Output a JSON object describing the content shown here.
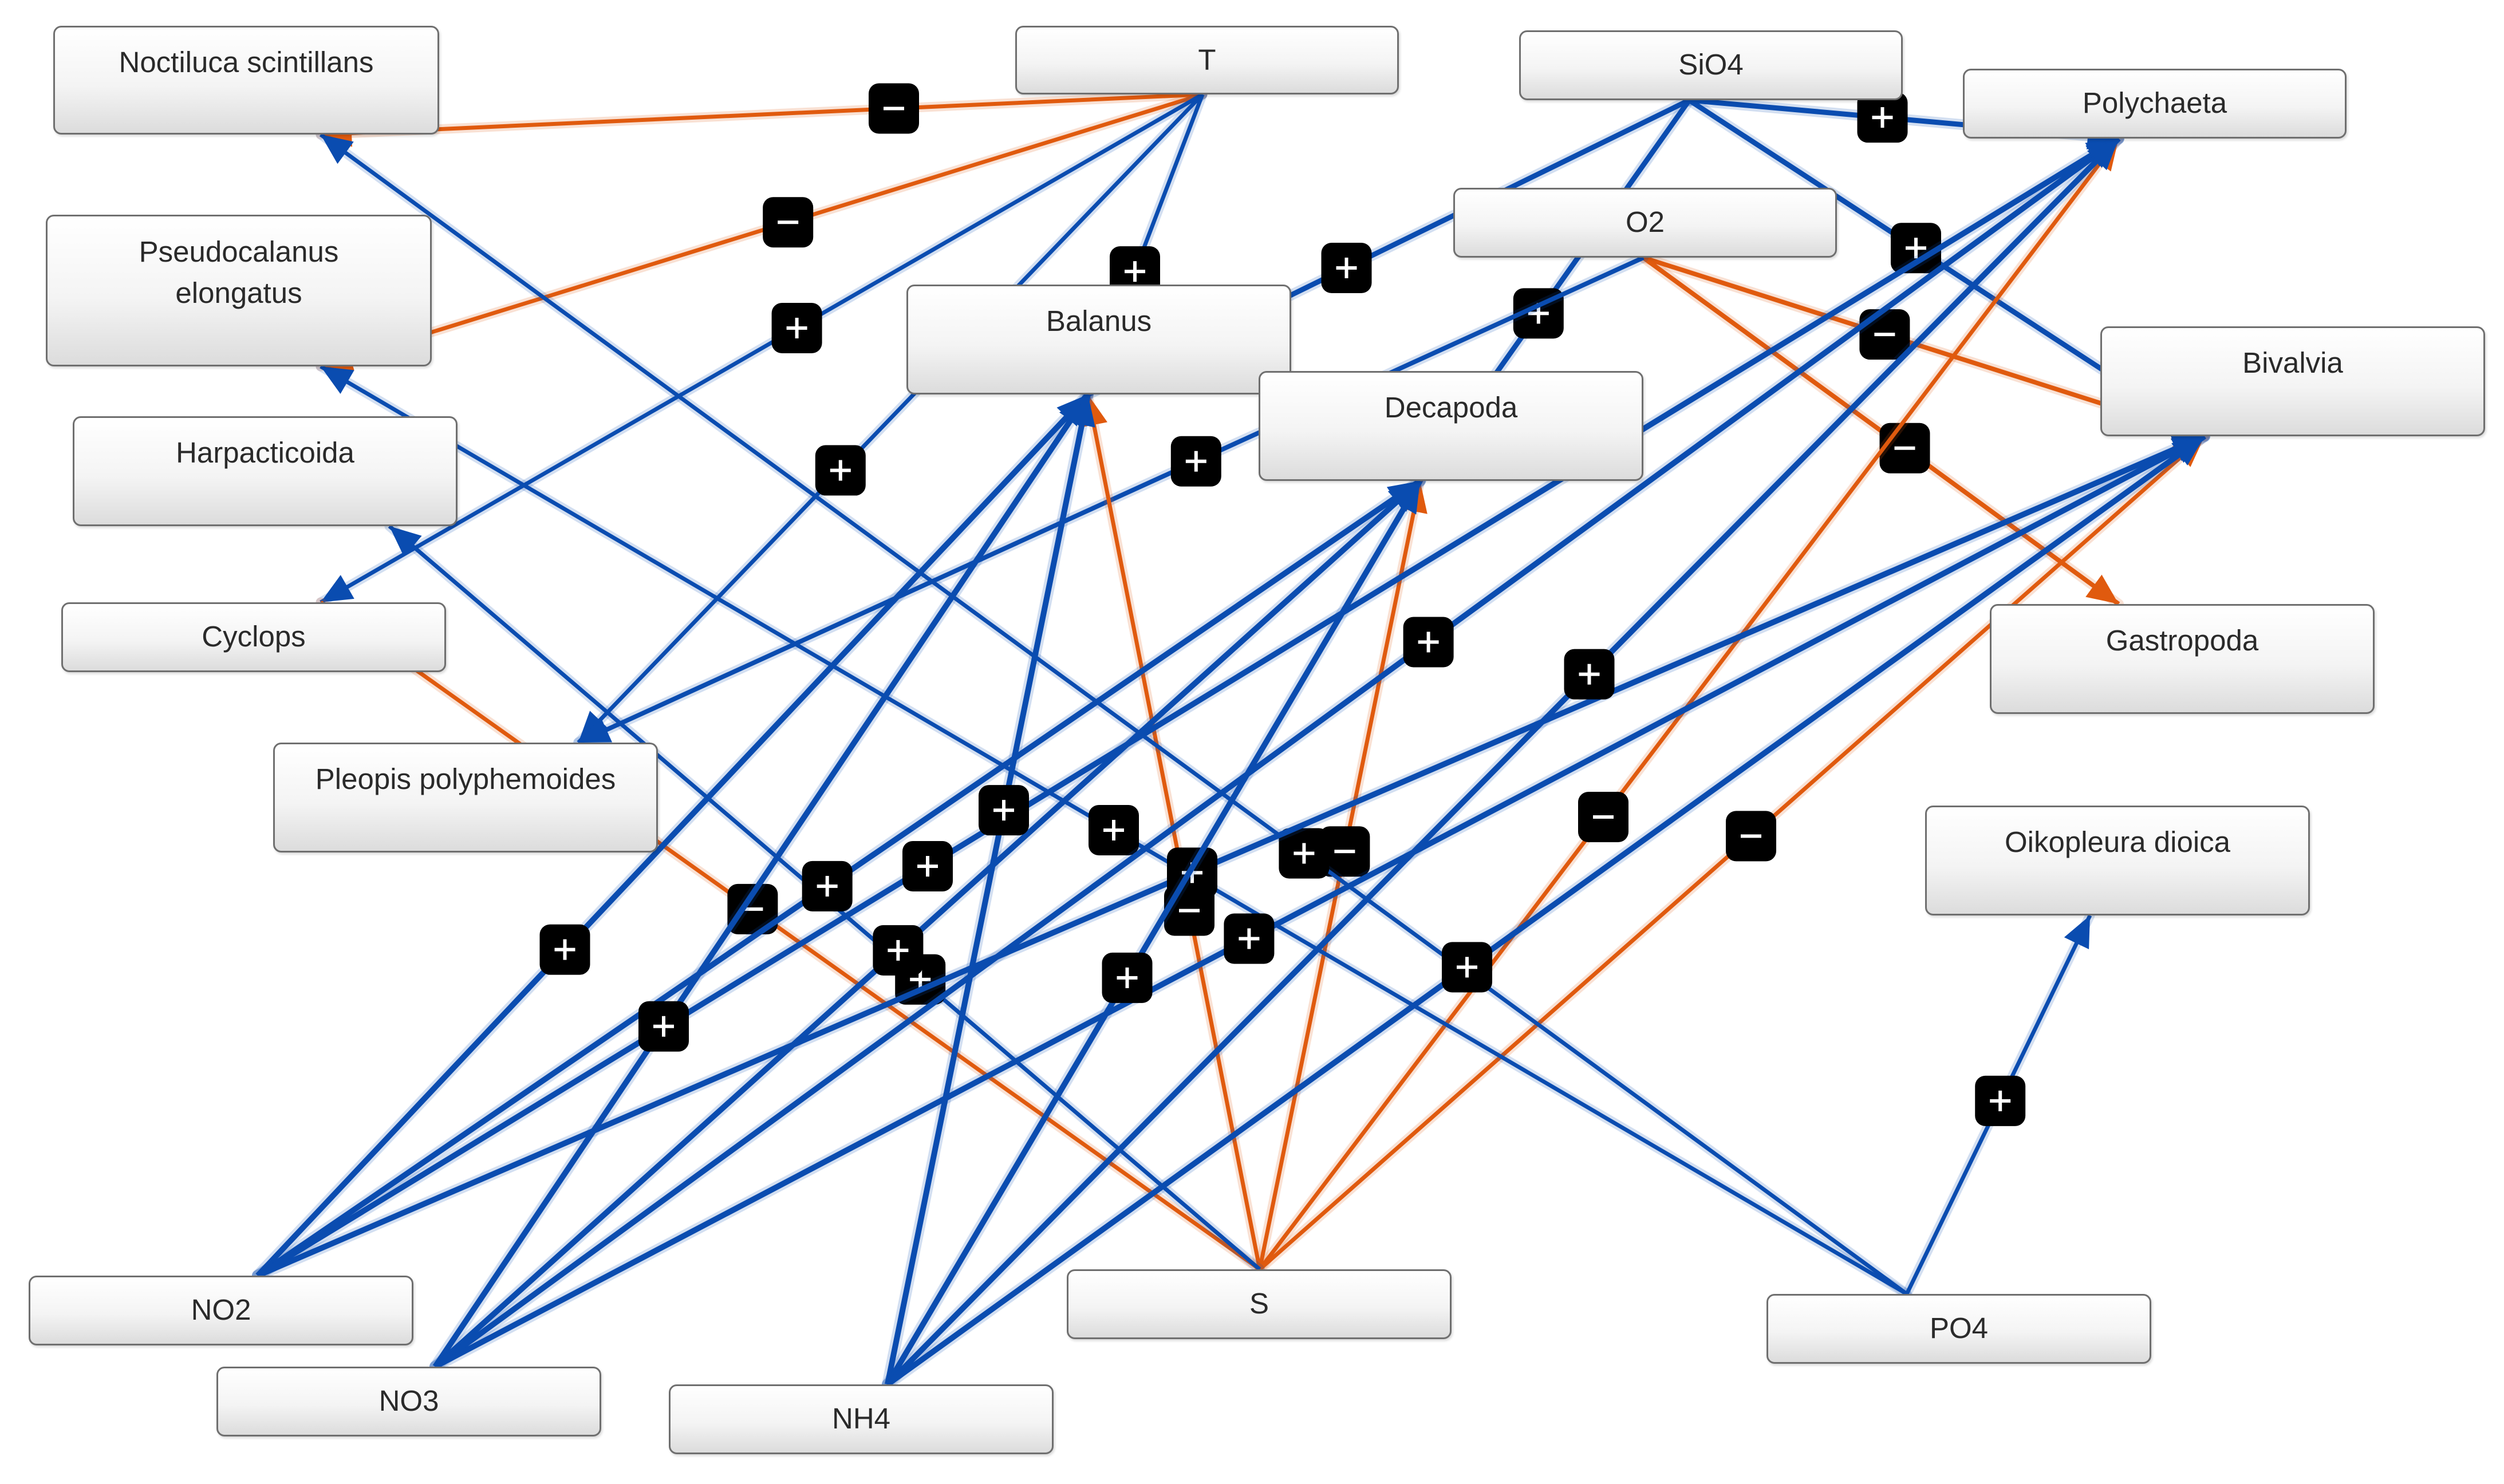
{
  "diagram": {
    "colors": {
      "positive": "#0a4cb0",
      "negative": "#e05a0e",
      "sign_bg": "#000000",
      "sign_fg": "#ffffff"
    },
    "nodes": {
      "noctiluca": "Noctiluca scintillans",
      "t": "T",
      "sio4": "SiO4",
      "polychaeta": "Polychaeta",
      "pseudocalanus": "Pseudocalanus elongatus",
      "o2": "O2",
      "balanus": "Balanus",
      "bivalvia": "Bivalvia",
      "decapoda": "Decapoda",
      "harpacticoida": "Harpacticoida",
      "cyclops": "Cyclops",
      "gastropoda": "Gastropoda",
      "pleopis": "Pleopis polyphemoides",
      "oikopleura": "Oikopleura dioica",
      "no2": "NO2",
      "s": "S",
      "po4": "PO4",
      "no3": "NO3",
      "nh4": "NH4"
    },
    "edges": [
      {
        "from": "t",
        "to": "noctiluca",
        "sign": "-"
      },
      {
        "from": "t",
        "to": "pseudocalanus",
        "sign": "-"
      },
      {
        "from": "t",
        "to": "balanus",
        "sign": "+"
      },
      {
        "from": "t",
        "to": "cyclops",
        "sign": "+"
      },
      {
        "from": "t",
        "to": "pleopis",
        "sign": "+"
      },
      {
        "from": "sio4",
        "to": "polychaeta",
        "sign": "+"
      },
      {
        "from": "sio4",
        "to": "balanus",
        "sign": "+"
      },
      {
        "from": "sio4",
        "to": "bivalvia",
        "sign": "+"
      },
      {
        "from": "sio4",
        "to": "decapoda",
        "sign": "+"
      },
      {
        "from": "o2",
        "to": "bivalvia",
        "sign": "-"
      },
      {
        "from": "o2",
        "to": "gastropoda",
        "sign": "-"
      },
      {
        "from": "o2",
        "to": "pleopis",
        "sign": "+"
      },
      {
        "from": "s",
        "to": "cyclops",
        "sign": "-"
      },
      {
        "from": "s",
        "to": "balanus",
        "sign": "-"
      },
      {
        "from": "s",
        "to": "decapoda",
        "sign": "-"
      },
      {
        "from": "s",
        "to": "polychaeta",
        "sign": "-"
      },
      {
        "from": "s",
        "to": "bivalvia",
        "sign": "-"
      },
      {
        "from": "s",
        "to": "harpacticoida",
        "sign": "+"
      },
      {
        "from": "po4",
        "to": "oikopleura",
        "sign": "+"
      },
      {
        "from": "po4",
        "to": "noctiluca",
        "sign": "+"
      },
      {
        "from": "po4",
        "to": "pseudocalanus",
        "sign": "+"
      },
      {
        "from": "no2",
        "to": "balanus",
        "sign": "+"
      },
      {
        "from": "no2",
        "to": "decapoda",
        "sign": "+"
      },
      {
        "from": "no2",
        "to": "polychaeta",
        "sign": "+"
      },
      {
        "from": "no2",
        "to": "bivalvia",
        "sign": "+"
      },
      {
        "from": "no3",
        "to": "balanus",
        "sign": "+"
      },
      {
        "from": "no3",
        "to": "decapoda",
        "sign": "+"
      },
      {
        "from": "no3",
        "to": "polychaeta",
        "sign": "+"
      },
      {
        "from": "no3",
        "to": "bivalvia",
        "sign": "+"
      },
      {
        "from": "nh4",
        "to": "balanus",
        "sign": "+"
      },
      {
        "from": "nh4",
        "to": "decapoda",
        "sign": "+"
      },
      {
        "from": "nh4",
        "to": "polychaeta",
        "sign": "+"
      },
      {
        "from": "nh4",
        "to": "bivalvia",
        "sign": "+"
      }
    ]
  }
}
